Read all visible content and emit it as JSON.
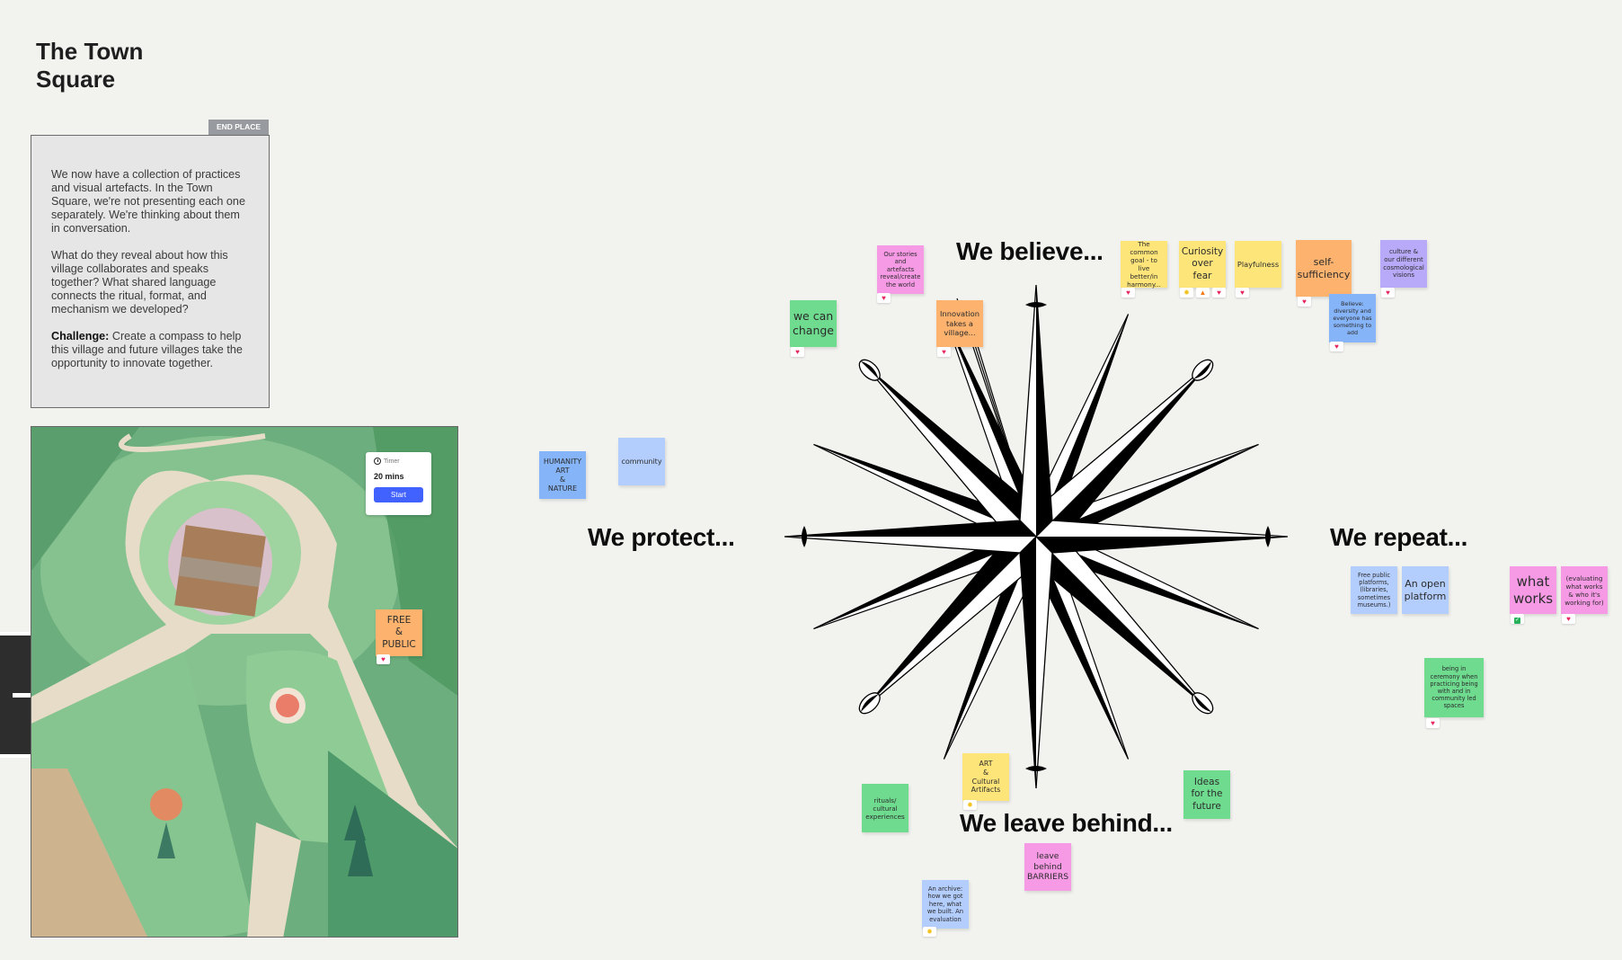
{
  "board": {
    "title": "The Town Square",
    "end_tag": "END PLACE",
    "intro": {
      "p1": "We now have a collection of practices and visual artefacts. In the Town Square, we're not presenting each one separately. We're thinking about them in conversation.",
      "p2": " What do they reveal about how this village collaborates and speaks together? What shared language connects the ritual, format, and mechanism we developed?",
      "challenge_label": "Challenge:",
      "challenge_text": " Create a compass to help this village and future villages take the opportunity to innovate together."
    }
  },
  "timer": {
    "label": "Timer",
    "value": "20 mins",
    "start_label": "Start",
    "accent": "#4262ff"
  },
  "compass": {
    "north": "We believe...",
    "west": "We protect...",
    "east": "We repeat...",
    "south": "We leave behind..."
  },
  "stickies": [
    {
      "id": "free-public",
      "text": "FREE\n&\nPUBLIC",
      "color": "orange",
      "reactions": [
        "heart"
      ]
    },
    {
      "id": "humanity",
      "text": "HUMANITY\nART\n&\nNATURE",
      "color": "blue",
      "reactions": []
    },
    {
      "id": "community",
      "text": "community",
      "color": "lblue",
      "reactions": []
    },
    {
      "id": "our-stories",
      "text": "Our stories and artefacts reveal/create the world",
      "color": "pink",
      "reactions": [
        "heart"
      ]
    },
    {
      "id": "we-can-change",
      "text": "we can change",
      "color": "green",
      "reactions": [
        "heart"
      ]
    },
    {
      "id": "innovation",
      "text": "Innovation takes a village...",
      "color": "orange",
      "reactions": [
        "heart"
      ]
    },
    {
      "id": "common-goal",
      "text": "The common goal - to live better/in harmony...",
      "color": "yellow",
      "reactions": [
        "heart"
      ]
    },
    {
      "id": "curiosity",
      "text": "Curiosity over fear",
      "color": "yellow",
      "reactions": [
        "sun",
        "fire",
        "heart"
      ]
    },
    {
      "id": "playfulness",
      "text": "Playfulness",
      "color": "yellow",
      "reactions": [
        "heart"
      ]
    },
    {
      "id": "self-sufficiency",
      "text": "self-sufficiency",
      "color": "orange",
      "reactions": [
        "heart"
      ]
    },
    {
      "id": "culture",
      "text": "culture & our different cosmological visions",
      "color": "violet",
      "reactions": [
        "heart"
      ]
    },
    {
      "id": "diversity",
      "text": "Believe: diversity and everyone has something to add",
      "color": "blue",
      "reactions": [
        "heart"
      ]
    },
    {
      "id": "free-public-platforms",
      "text": "Free public platforms, (libraries, sometimes museums.)",
      "color": "lblue",
      "reactions": []
    },
    {
      "id": "open-platform",
      "text": "An open platform",
      "color": "lblue",
      "reactions": []
    },
    {
      "id": "what-works",
      "text": "what works",
      "color": "pink",
      "reactions": [
        "check"
      ]
    },
    {
      "id": "evaluating",
      "text": "(evaluating what works & who it's working for)",
      "color": "pink",
      "reactions": [
        "heart"
      ]
    },
    {
      "id": "ceremony",
      "text": "being in ceremony when practicing being with and in community led spaces",
      "color": "green",
      "reactions": [
        "heart"
      ]
    },
    {
      "id": "rituals",
      "text": "rituals/ cultural experiences",
      "color": "green",
      "reactions": []
    },
    {
      "id": "art-cultural",
      "text": "ART\n&\nCultural Artifacts",
      "color": "yellow",
      "reactions": [
        "sun"
      ]
    },
    {
      "id": "ideas-future",
      "text": "Ideas for the future",
      "color": "green",
      "reactions": []
    },
    {
      "id": "leave-barriers",
      "text": "leave behind BARRIERS",
      "color": "pink",
      "reactions": []
    },
    {
      "id": "archive",
      "text": "An archive: how we got here, what we built. An evaluation",
      "color": "lblue",
      "reactions": [
        "sun"
      ]
    }
  ],
  "icons": {
    "heart": "♥",
    "sun": "✹",
    "fire": "▲",
    "check": "✓"
  }
}
